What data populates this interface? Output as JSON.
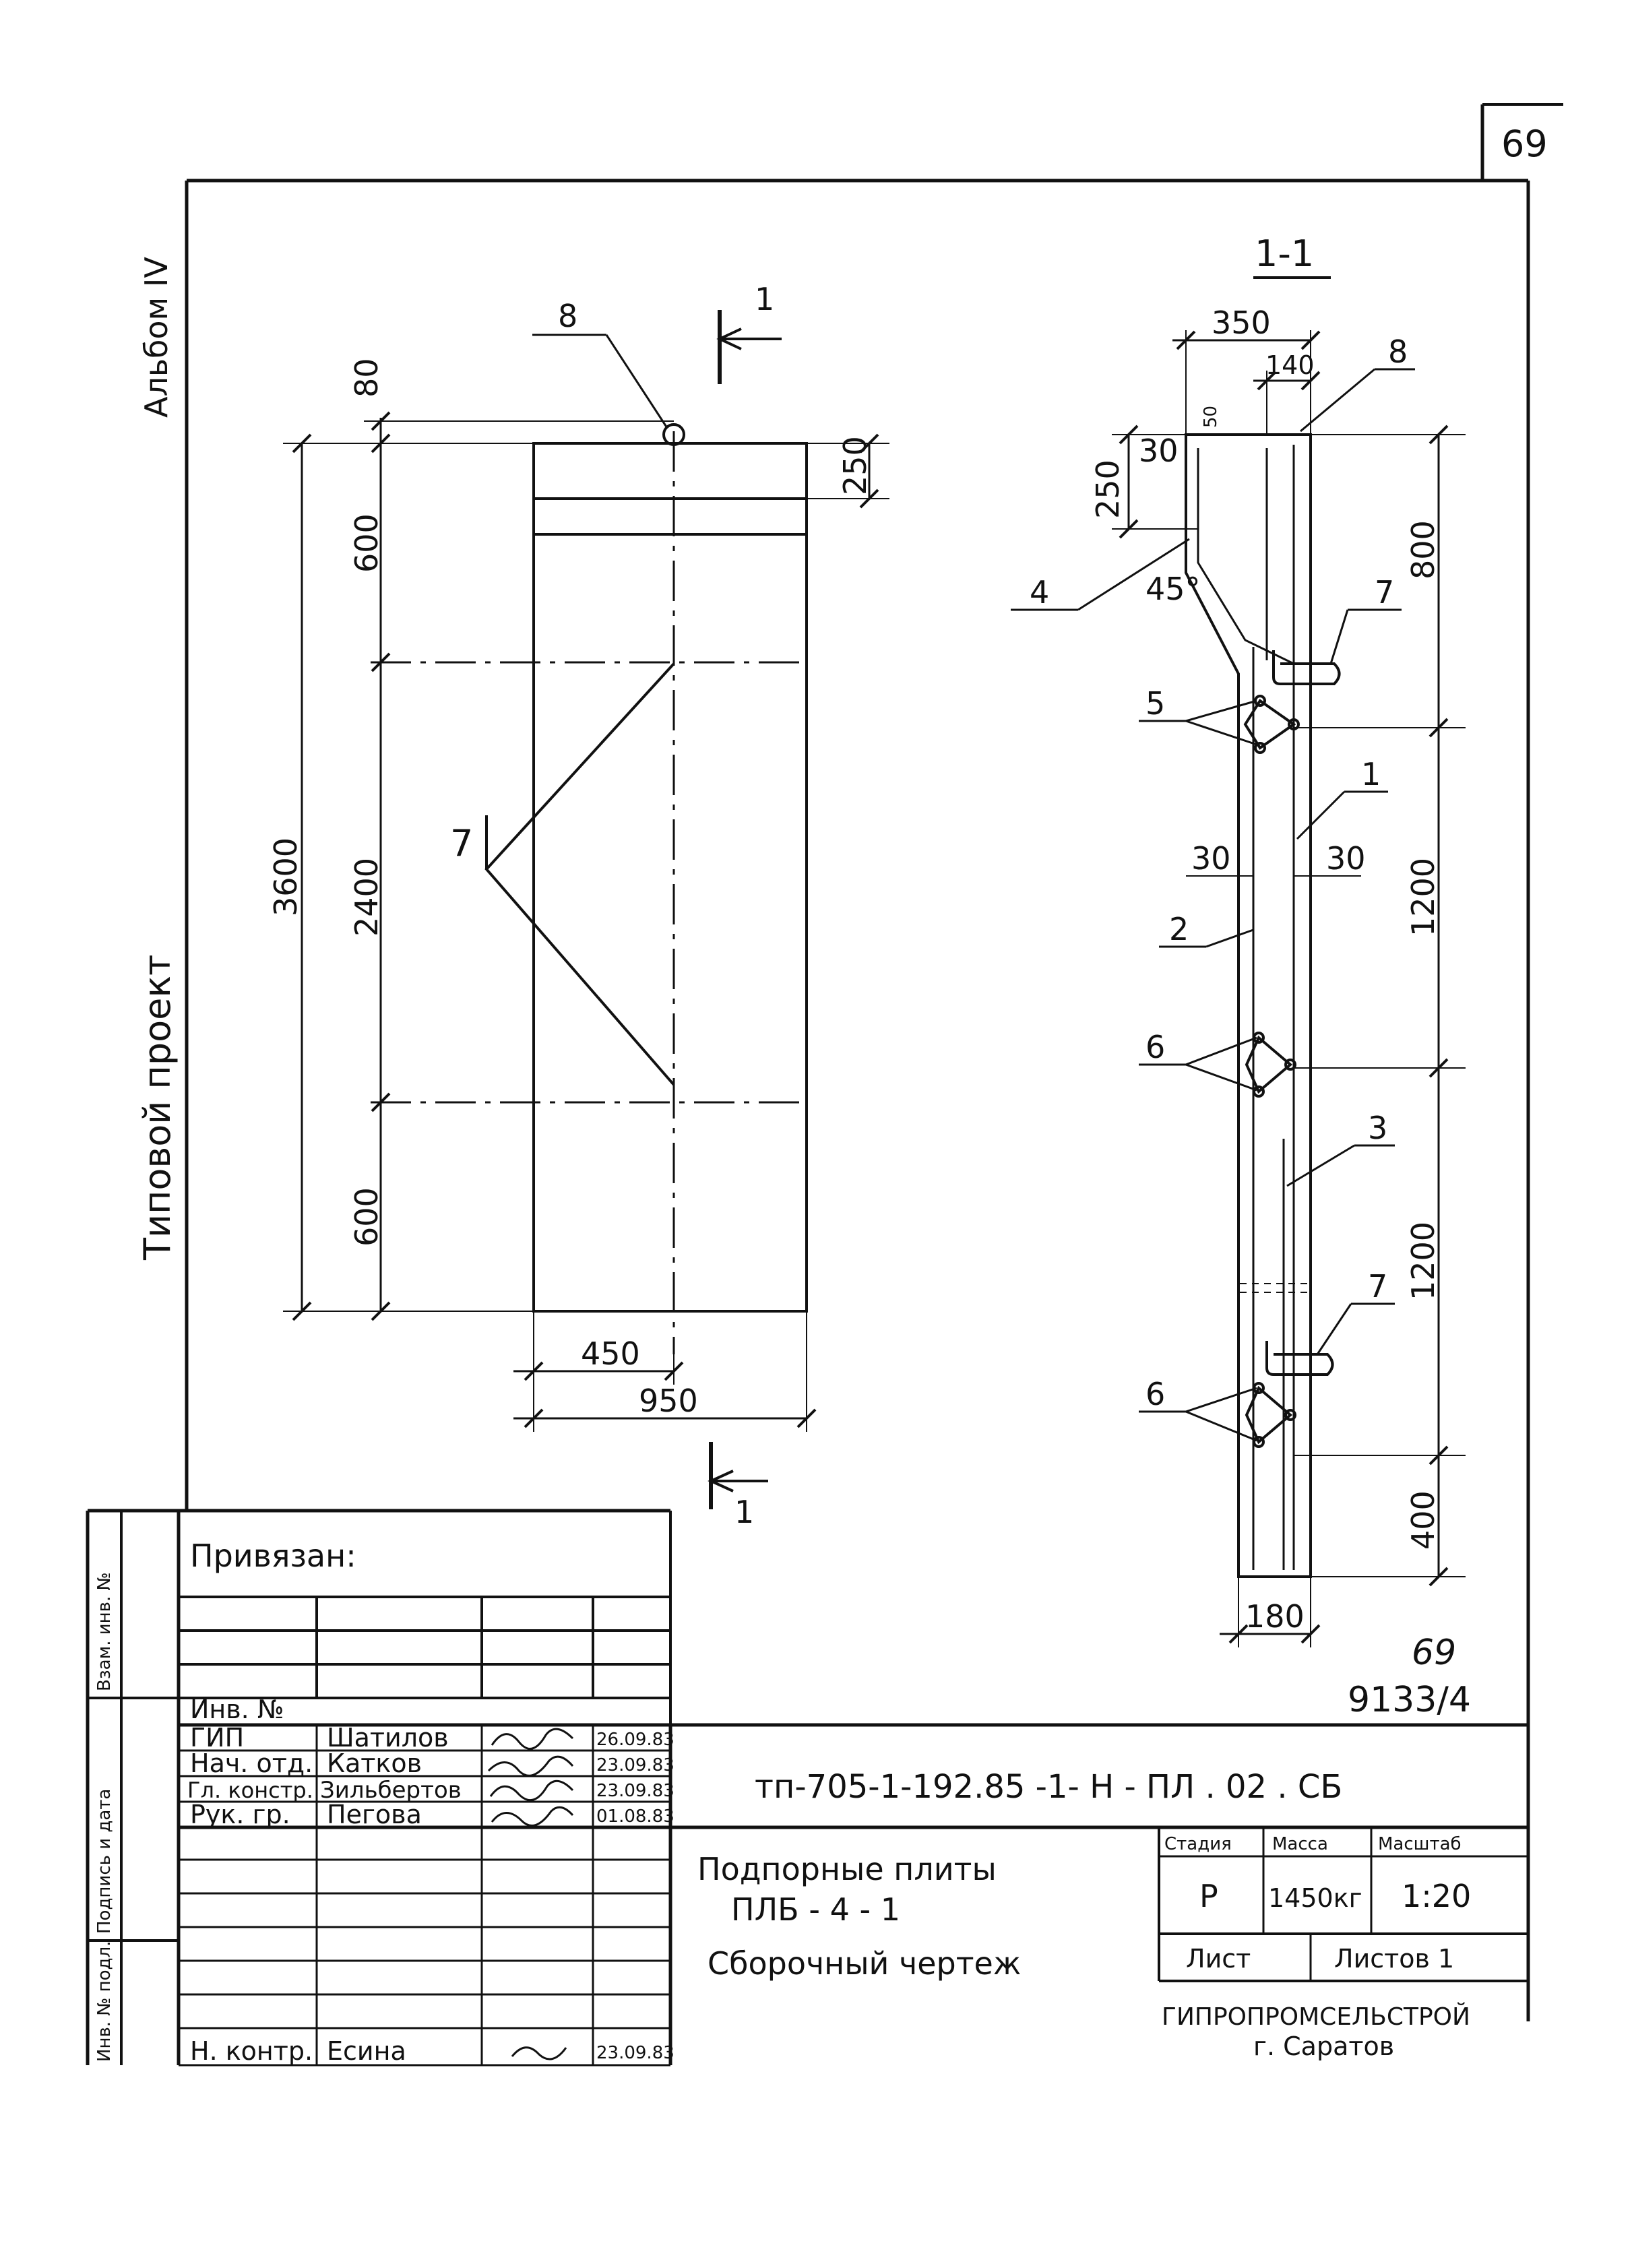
{
  "sheet": {
    "page_number": "69",
    "album": "Альбом IV",
    "project_type": "Типовой проект",
    "ink_color": "#111111",
    "paper_color": "#ffffff"
  },
  "elevation": {
    "section_mark": "1",
    "dimensions": {
      "d80": "80",
      "d600_top": "600",
      "d2400": "2400",
      "d600_bottom": "600",
      "d3600": "3600",
      "d250": "250",
      "d450": "450",
      "d950": "950"
    },
    "callouts": {
      "c8": "8",
      "c7": "7"
    }
  },
  "section": {
    "title": "1-1",
    "dimensions": {
      "d350": "350",
      "d140": "140",
      "d50": "50",
      "d30_top": "30",
      "d250": "250",
      "angle": "45°",
      "d30_left": "30",
      "d30_right": "30",
      "d800": "800",
      "d1200_a": "1200",
      "d1200_b": "1200",
      "d400": "400",
      "d180": "180"
    },
    "callouts": {
      "c8": "8",
      "c4": "4",
      "c7_top": "7",
      "c5": "5",
      "c1": "1",
      "c2": "2",
      "c6_top": "6",
      "c3": "3",
      "c7_bottom": "7",
      "c6_bottom": "6"
    }
  },
  "handwritten": {
    "page": "69",
    "inventory": "9133/4"
  },
  "side_stamp": {
    "col1": "Взам. инв. №",
    "col2": "Подпись и дата",
    "col3": "Инв. № подл."
  },
  "binding_box": {
    "label": "Привязан:"
  },
  "title_block": {
    "inv_label": "Инв. №",
    "personnel": [
      {
        "role": "ГИП",
        "name": "Шатилов",
        "date": "26.09.83"
      },
      {
        "role": "Нач. отд.",
        "name": "Катков",
        "date": "23.09.83"
      },
      {
        "role": "Гл. констр.",
        "name": "Зильбертов",
        "date": "23.09.83"
      },
      {
        "role": "Рук. гр.",
        "name": "Пегова",
        "date": "01.08.83"
      },
      {
        "role": "Н. контр.",
        "name": "Есина",
        "date": "23.09.83"
      }
    ],
    "doc_code": "тп-705-1-192.85  -1- Н - ПЛ . 02 . СБ",
    "title_line1": "Подпорные плиты",
    "title_line2": "ПЛБ - 4 - 1",
    "title_line3": "Сборочный чертеж",
    "stage_label": "Стадия",
    "mass_label": "Масса",
    "scale_label": "Масштаб",
    "stage": "Р",
    "mass": "1450кг",
    "scale": "1:20",
    "sheet_label": "Лист",
    "sheets_label": "Листов 1",
    "org": "ГИПРОПРОМСЕЛЬСТРОЙ",
    "city": "г. Саратов"
  }
}
